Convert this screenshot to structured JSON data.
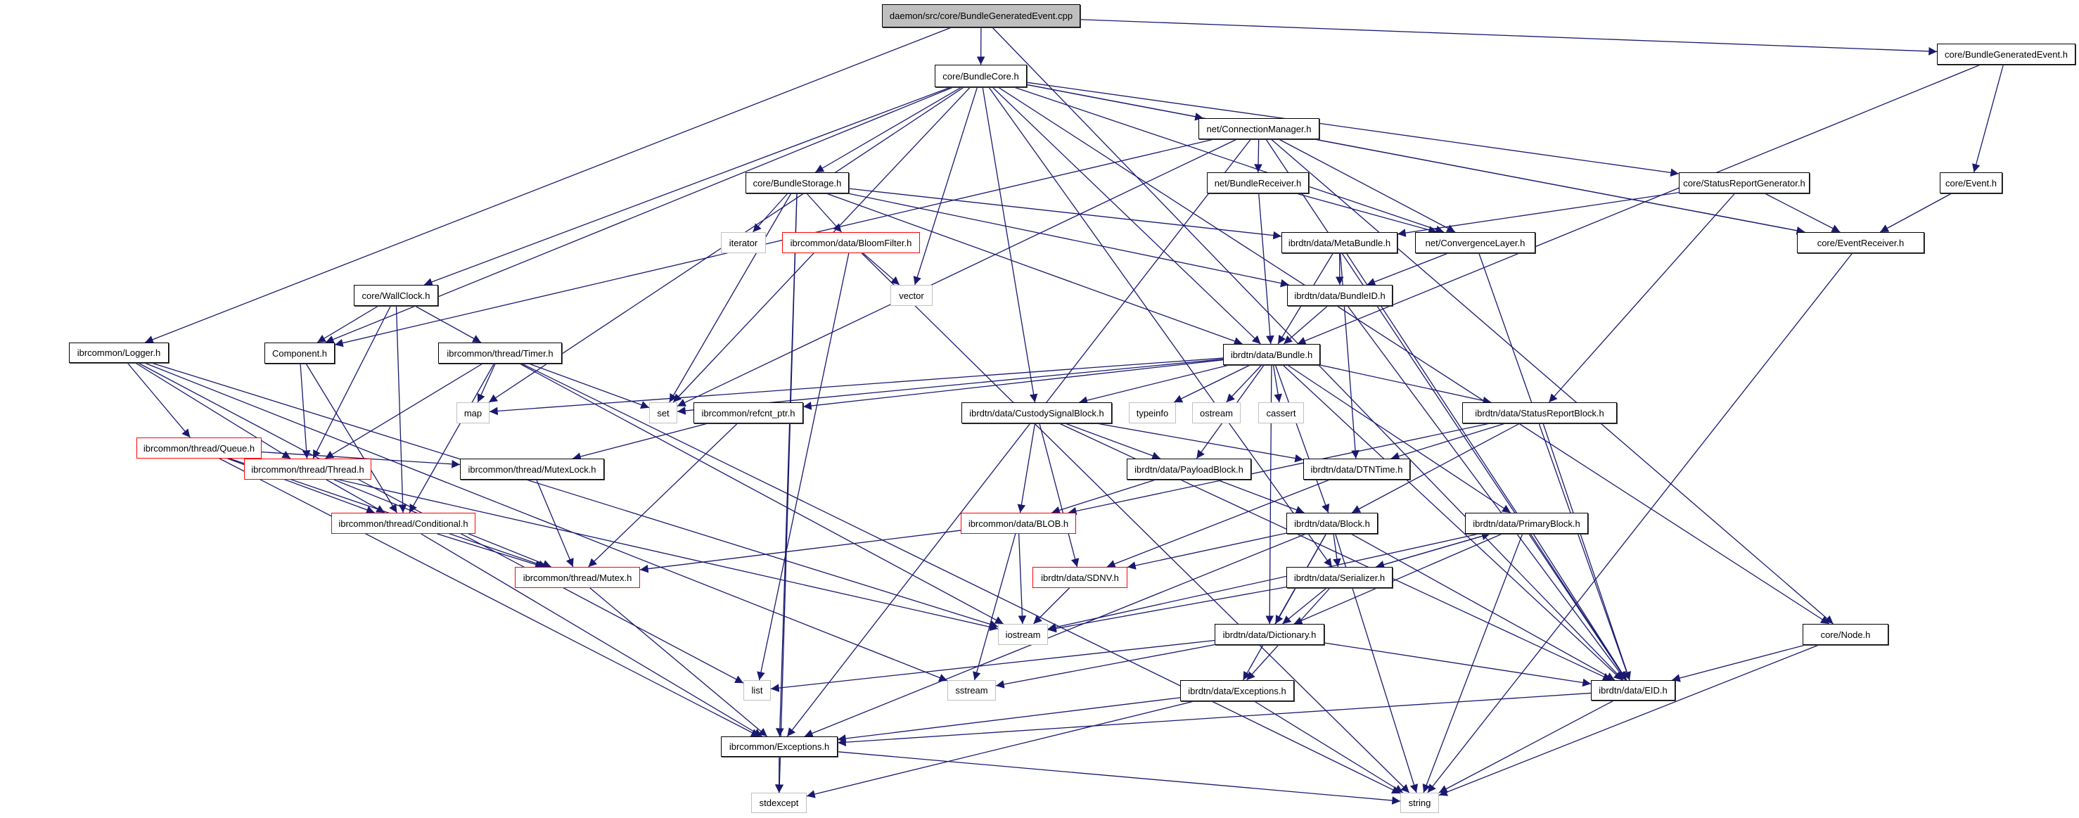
{
  "diagram": {
    "title": "daemon/src/core/BundleGeneratedEvent.cpp",
    "edge_color": "#191970",
    "border_colors": {
      "normal": "#000000",
      "external": "#c0c0c0",
      "truncated": "#ff0000",
      "root_fill": "#bfbfbf"
    },
    "nodes": [
      {
        "id": "root",
        "label": "daemon/src/core/BundleGeneratedEvent.cpp",
        "kind": "root"
      },
      {
        "id": "bundlecore",
        "label": "core/BundleCore.h",
        "kind": "normal"
      },
      {
        "id": "bge",
        "label": "core/BundleGeneratedEvent.h",
        "kind": "normal"
      },
      {
        "id": "event",
        "label": "core/Event.h",
        "kind": "normal"
      },
      {
        "id": "eventreceiver",
        "label": "core/EventReceiver.h",
        "kind": "normal"
      },
      {
        "id": "srgen",
        "label": "core/StatusReportGenerator.h",
        "kind": "normal"
      },
      {
        "id": "connmgr",
        "label": "net/ConnectionManager.h",
        "kind": "normal"
      },
      {
        "id": "bundlereceiver",
        "label": "net/BundleReceiver.h",
        "kind": "normal"
      },
      {
        "id": "convlayer",
        "label": "net/ConvergenceLayer.h",
        "kind": "normal"
      },
      {
        "id": "metabundle",
        "label": "ibrdtn/data/MetaBundle.h",
        "kind": "normal"
      },
      {
        "id": "bundleid",
        "label": "ibrdtn/data/BundleID.h",
        "kind": "normal"
      },
      {
        "id": "bundlestorage",
        "label": "core/BundleStorage.h",
        "kind": "normal"
      },
      {
        "id": "iterator",
        "label": "iterator",
        "kind": "ext"
      },
      {
        "id": "bloomfilter",
        "label": "ibrcommon/data/BloomFilter.h",
        "kind": "trunc"
      },
      {
        "id": "vector",
        "label": "vector",
        "kind": "ext"
      },
      {
        "id": "wallclock",
        "label": "core/WallClock.h",
        "kind": "normal"
      },
      {
        "id": "logger",
        "label": "ibrcommon/Logger.h",
        "kind": "normal"
      },
      {
        "id": "component",
        "label": "Component.h",
        "kind": "normal"
      },
      {
        "id": "timer",
        "label": "ibrcommon/thread/Timer.h",
        "kind": "normal"
      },
      {
        "id": "bundle",
        "label": "ibrdtn/data/Bundle.h",
        "kind": "normal"
      },
      {
        "id": "map",
        "label": "map",
        "kind": "ext"
      },
      {
        "id": "set",
        "label": "set",
        "kind": "ext"
      },
      {
        "id": "refcnt",
        "label": "ibrcommon/refcnt_ptr.h",
        "kind": "normal"
      },
      {
        "id": "custody",
        "label": "ibrdtn/data/CustodySignalBlock.h",
        "kind": "normal"
      },
      {
        "id": "typeinfo",
        "label": "typeinfo",
        "kind": "ext"
      },
      {
        "id": "ostream",
        "label": "ostream",
        "kind": "ext"
      },
      {
        "id": "cassert",
        "label": "cassert",
        "kind": "ext"
      },
      {
        "id": "srblock",
        "label": "ibrdtn/data/StatusReportBlock.h",
        "kind": "normal"
      },
      {
        "id": "queue",
        "label": "ibrcommon/thread/Queue.h",
        "kind": "trunc"
      },
      {
        "id": "thread",
        "label": "ibrcommon/thread/Thread.h",
        "kind": "trunc"
      },
      {
        "id": "mutexlock",
        "label": "ibrcommon/thread/MutexLock.h",
        "kind": "normal"
      },
      {
        "id": "payload",
        "label": "ibrdtn/data/PayloadBlock.h",
        "kind": "normal"
      },
      {
        "id": "dtntime",
        "label": "ibrdtn/data/DTNTime.h",
        "kind": "normal"
      },
      {
        "id": "conditional",
        "label": "ibrcommon/thread/Conditional.h",
        "kind": "trunc"
      },
      {
        "id": "blob",
        "label": "ibrcommon/data/BLOB.h",
        "kind": "trunc"
      },
      {
        "id": "block",
        "label": "ibrdtn/data/Block.h",
        "kind": "normal"
      },
      {
        "id": "primary",
        "label": "ibrdtn/data/PrimaryBlock.h",
        "kind": "normal"
      },
      {
        "id": "mutex",
        "label": "ibrcommon/thread/Mutex.h",
        "kind": "trunc"
      },
      {
        "id": "sdnv",
        "label": "ibrdtn/data/SDNV.h",
        "kind": "trunc"
      },
      {
        "id": "serializer",
        "label": "ibrdtn/data/Serializer.h",
        "kind": "normal"
      },
      {
        "id": "iostream",
        "label": "iostream",
        "kind": "ext"
      },
      {
        "id": "dictionary",
        "label": "ibrdtn/data/Dictionary.h",
        "kind": "normal"
      },
      {
        "id": "node",
        "label": "core/Node.h",
        "kind": "normal"
      },
      {
        "id": "list",
        "label": "list",
        "kind": "ext"
      },
      {
        "id": "sstream",
        "label": "sstream",
        "kind": "ext"
      },
      {
        "id": "dexceptions",
        "label": "ibrdtn/data/Exceptions.h",
        "kind": "normal"
      },
      {
        "id": "eid",
        "label": "ibrdtn/data/EID.h",
        "kind": "normal"
      },
      {
        "id": "cexceptions",
        "label": "ibrcommon/Exceptions.h",
        "kind": "normal"
      },
      {
        "id": "stdexcept",
        "label": "stdexcept",
        "kind": "ext"
      },
      {
        "id": "string",
        "label": "string",
        "kind": "ext"
      }
    ],
    "edges": [
      [
        "root",
        "bundlecore"
      ],
      [
        "root",
        "logger"
      ],
      [
        "root",
        "bge"
      ],
      [
        "root",
        "eid"
      ],
      [
        "bundlecore",
        "bundlestorage"
      ],
      [
        "bundlecore",
        "connmgr"
      ],
      [
        "bundlecore",
        "wallclock"
      ],
      [
        "bundlecore",
        "component"
      ],
      [
        "bundlecore",
        "map"
      ],
      [
        "bundlecore",
        "set"
      ],
      [
        "bundlecore",
        "vector"
      ],
      [
        "bundlecore",
        "custody"
      ],
      [
        "bundlecore",
        "serializer"
      ],
      [
        "bundlecore",
        "convlayer"
      ],
      [
        "bundlecore",
        "srgen"
      ],
      [
        "bundlecore",
        "eventreceiver"
      ],
      [
        "bundlecore",
        "node"
      ],
      [
        "bundlecore",
        "bundle"
      ],
      [
        "bge",
        "event"
      ],
      [
        "bge",
        "bundle"
      ],
      [
        "event",
        "eventreceiver"
      ],
      [
        "eventreceiver",
        "string"
      ],
      [
        "srgen",
        "eventreceiver"
      ],
      [
        "srgen",
        "metabundle"
      ],
      [
        "srgen",
        "srblock"
      ],
      [
        "connmgr",
        "bundlereceiver"
      ],
      [
        "connmgr",
        "convlayer"
      ],
      [
        "connmgr",
        "eventreceiver"
      ],
      [
        "connmgr",
        "node"
      ],
      [
        "connmgr",
        "component"
      ],
      [
        "connmgr",
        "set"
      ],
      [
        "connmgr",
        "cexceptions"
      ],
      [
        "connmgr",
        "eid"
      ],
      [
        "bundlereceiver",
        "bundle"
      ],
      [
        "bundlereceiver",
        "convlayer"
      ],
      [
        "convlayer",
        "bundleid"
      ],
      [
        "convlayer",
        "eid"
      ],
      [
        "metabundle",
        "bundleid"
      ],
      [
        "metabundle",
        "bundle"
      ],
      [
        "metabundle",
        "dtntime"
      ],
      [
        "metabundle",
        "eid"
      ],
      [
        "bundleid",
        "bundle"
      ],
      [
        "bundleid",
        "eid"
      ],
      [
        "bundlestorage",
        "iterator"
      ],
      [
        "bundlestorage",
        "bloomfilter"
      ],
      [
        "bundlestorage",
        "metabundle"
      ],
      [
        "bundlestorage",
        "bundleid"
      ],
      [
        "bundlestorage",
        "set"
      ],
      [
        "bundlestorage",
        "cexceptions"
      ],
      [
        "bundlestorage",
        "stdexcept"
      ],
      [
        "bundlestorage",
        "bundle"
      ],
      [
        "bloomfilter",
        "vector"
      ],
      [
        "bloomfilter",
        "list"
      ],
      [
        "bloomfilter",
        "string"
      ],
      [
        "wallclock",
        "component"
      ],
      [
        "wallclock",
        "timer"
      ],
      [
        "wallclock",
        "thread"
      ],
      [
        "wallclock",
        "conditional"
      ],
      [
        "logger",
        "queue"
      ],
      [
        "logger",
        "thread"
      ],
      [
        "logger",
        "sstream"
      ],
      [
        "logger",
        "list"
      ],
      [
        "logger",
        "iostream"
      ],
      [
        "component",
        "thread"
      ],
      [
        "component",
        "conditional"
      ],
      [
        "timer",
        "map"
      ],
      [
        "timer",
        "set"
      ],
      [
        "timer",
        "thread"
      ],
      [
        "timer",
        "conditional"
      ],
      [
        "timer",
        "string"
      ],
      [
        "timer",
        "iostream"
      ],
      [
        "queue",
        "thread"
      ],
      [
        "queue",
        "conditional"
      ],
      [
        "queue",
        "mutexlock"
      ],
      [
        "queue",
        "mutex"
      ],
      [
        "queue",
        "cexceptions"
      ],
      [
        "queue",
        "iostream"
      ],
      [
        "thread",
        "conditional"
      ],
      [
        "thread",
        "mutex"
      ],
      [
        "conditional",
        "mutex"
      ],
      [
        "conditional",
        "cexceptions"
      ],
      [
        "mutexlock",
        "mutex"
      ],
      [
        "mutex",
        "cexceptions"
      ],
      [
        "refcnt",
        "mutexlock"
      ],
      [
        "refcnt",
        "mutex"
      ],
      [
        "bundle",
        "map"
      ],
      [
        "bundle",
        "set"
      ],
      [
        "bundle",
        "refcnt"
      ],
      [
        "bundle",
        "custody"
      ],
      [
        "bundle",
        "typeinfo"
      ],
      [
        "bundle",
        "ostream"
      ],
      [
        "bundle",
        "cassert"
      ],
      [
        "bundle",
        "srblock"
      ],
      [
        "bundle",
        "payload"
      ],
      [
        "bundle",
        "block"
      ],
      [
        "bundle",
        "primary"
      ],
      [
        "bundle",
        "dictionary"
      ],
      [
        "bundle",
        "eid"
      ],
      [
        "custody",
        "payload"
      ],
      [
        "custody",
        "dtntime"
      ],
      [
        "custody",
        "blob"
      ],
      [
        "custody",
        "sdnv"
      ],
      [
        "custody",
        "eid"
      ],
      [
        "srblock",
        "dtntime"
      ],
      [
        "srblock",
        "blob"
      ],
      [
        "srblock",
        "block"
      ],
      [
        "srblock",
        "eid"
      ],
      [
        "payload",
        "blob"
      ],
      [
        "payload",
        "block"
      ],
      [
        "dtntime",
        "sdnv"
      ],
      [
        "blob",
        "mutex"
      ],
      [
        "blob",
        "iostream"
      ],
      [
        "blob",
        "sstream"
      ],
      [
        "block",
        "sdnv"
      ],
      [
        "block",
        "serializer"
      ],
      [
        "block",
        "dictionary"
      ],
      [
        "block",
        "dexceptions"
      ],
      [
        "block",
        "cexceptions"
      ],
      [
        "block",
        "eid"
      ],
      [
        "block",
        "string"
      ],
      [
        "primary",
        "serializer"
      ],
      [
        "primary",
        "dictionary"
      ],
      [
        "primary",
        "eid"
      ],
      [
        "primary",
        "iostream"
      ],
      [
        "primary",
        "string"
      ],
      [
        "serializer",
        "primary"
      ],
      [
        "serializer",
        "iostream"
      ],
      [
        "serializer",
        "dictionary"
      ],
      [
        "serializer",
        "dexceptions"
      ],
      [
        "sdnv",
        "iostream"
      ],
      [
        "dictionary",
        "eid"
      ],
      [
        "dictionary",
        "list"
      ],
      [
        "dictionary",
        "sstream"
      ],
      [
        "node",
        "eid"
      ],
      [
        "node",
        "string"
      ],
      [
        "dexceptions",
        "cexceptions"
      ],
      [
        "dexceptions",
        "string"
      ],
      [
        "dexceptions",
        "stdexcept"
      ],
      [
        "eid",
        "cexceptions"
      ],
      [
        "eid",
        "string"
      ],
      [
        "cexceptions",
        "stdexcept"
      ],
      [
        "cexceptions",
        "string"
      ]
    ]
  }
}
